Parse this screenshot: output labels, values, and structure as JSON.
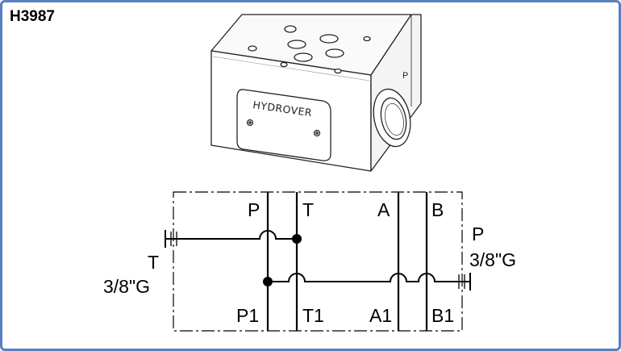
{
  "header": {
    "code": "H3987"
  },
  "product": {
    "brand": "HYDROVER",
    "side_port_label": "P"
  },
  "schematic": {
    "top_ports": [
      "P",
      "T",
      "A",
      "B"
    ],
    "bottom_ports": [
      "P1",
      "T1",
      "A1",
      "B1"
    ],
    "right_port": {
      "name": "P",
      "size": "3/8\"G"
    },
    "left_port": {
      "name": "T",
      "size": "3/8\"G"
    }
  }
}
